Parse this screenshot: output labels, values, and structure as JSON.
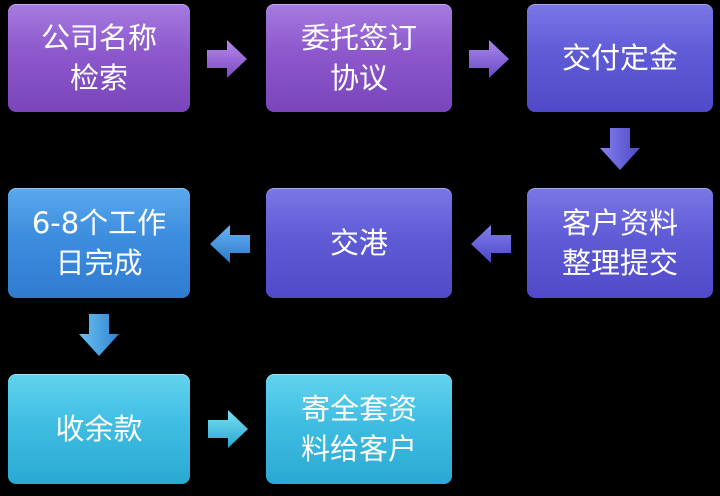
{
  "steps": [
    {
      "id": "company-name-search",
      "label": "公司名称\n检索",
      "color": "#8c58cc"
    },
    {
      "id": "sign-agreement",
      "label": "委托签订\n协议",
      "color": "#8c58cc"
    },
    {
      "id": "pay-deposit",
      "label": "交付定金",
      "color": "#5f5bd6"
    },
    {
      "id": "organize-submit-docs",
      "label": "客户资料\n整理提交",
      "color": "#5f5bd6"
    },
    {
      "id": "submit-hk",
      "label": "交港",
      "color": "#5f5bd6"
    },
    {
      "id": "complete-6-8-days",
      "label": "6-8个工作\n日完成",
      "color": "#3d8ddf"
    },
    {
      "id": "collect-balance",
      "label": "收余款",
      "color": "#3fbde2"
    },
    {
      "id": "send-all-docs",
      "label": "寄全套资\n料给客户",
      "color": "#3fbde2"
    }
  ],
  "arrow_colors": {
    "purple": "#9a6ad8",
    "indigo": "#6a66dc",
    "blue": "#4a96e2",
    "teal": "#4ac4e6"
  }
}
